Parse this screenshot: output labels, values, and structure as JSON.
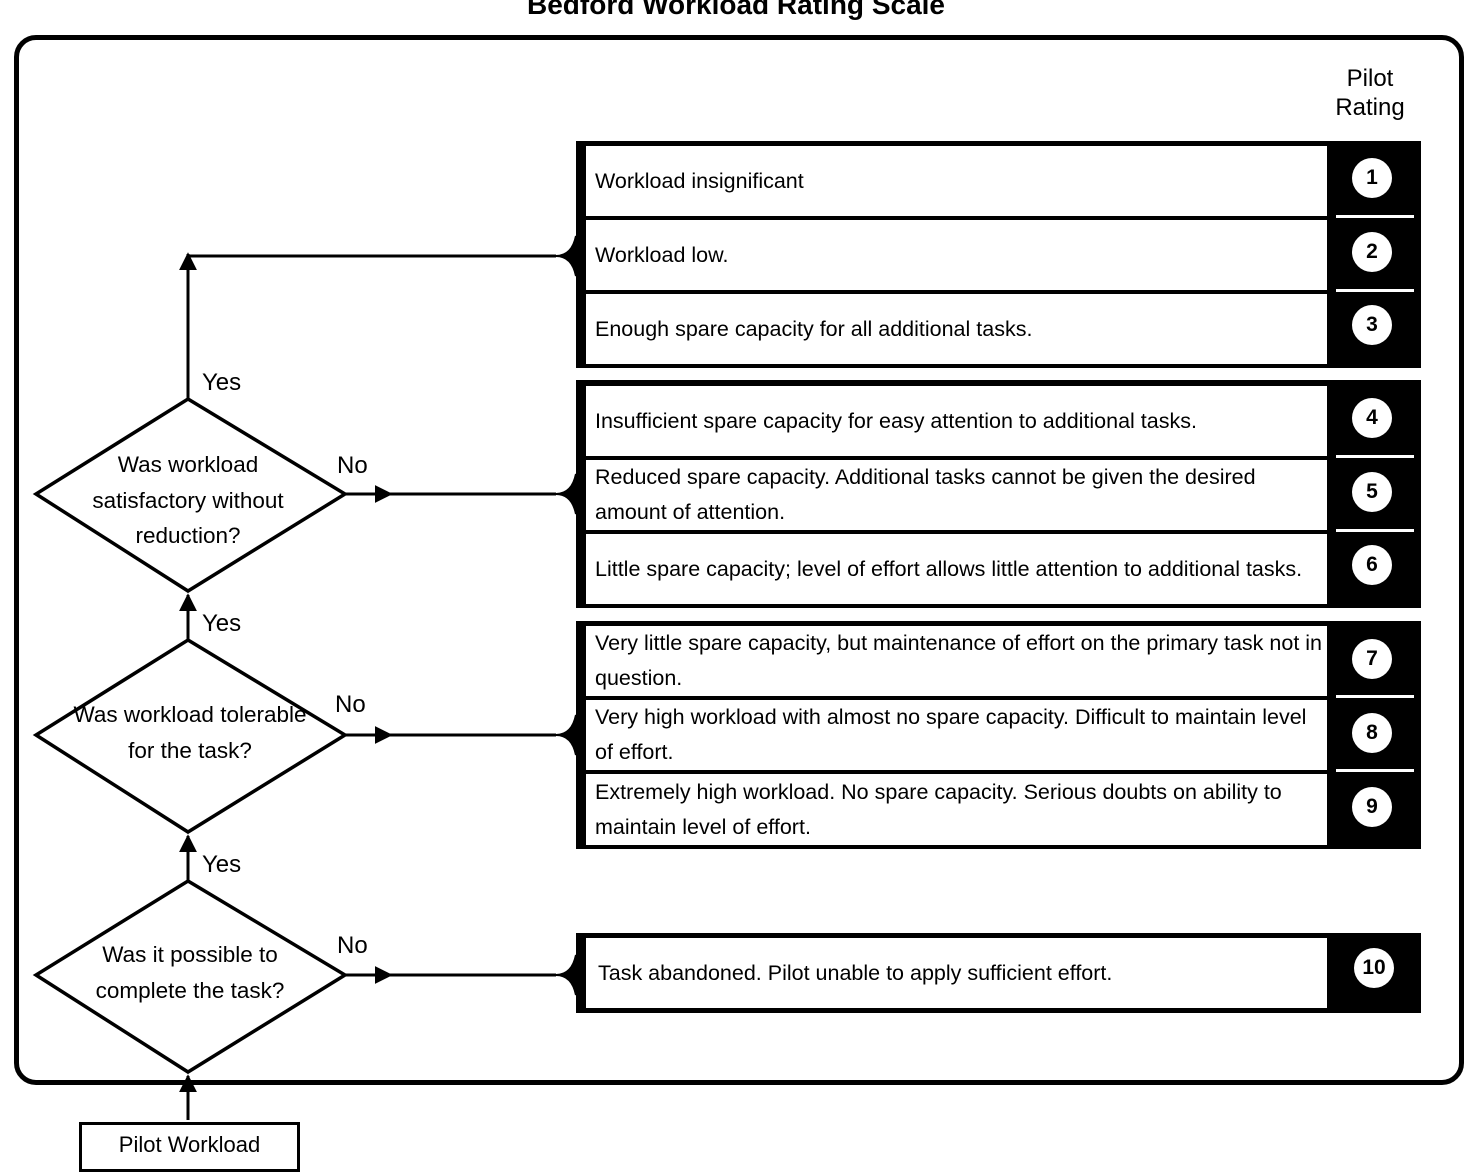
{
  "title": "Bedford Workload Rating Scale",
  "rating_header": "Pilot\nRating",
  "start_box": "Pilot Workload",
  "decisions": [
    {
      "question": "Was workload satisfactory without reduction?",
      "yes_label": "Yes",
      "no_label": "No"
    },
    {
      "question": "Was workload tolerable for the task?",
      "yes_label": "Yes",
      "no_label": "No"
    },
    {
      "question": "Was it possible to complete the task?",
      "yes_label": "Yes",
      "no_label": "No"
    }
  ],
  "groups": [
    {
      "rows": [
        {
          "rating": "1",
          "text": "Workload insignificant"
        },
        {
          "rating": "2",
          "text": "Workload low."
        },
        {
          "rating": "3",
          "text": "Enough spare capacity for all additional tasks."
        }
      ]
    },
    {
      "rows": [
        {
          "rating": "4",
          "text": "Insufficient spare capacity for easy attention to additional tasks."
        },
        {
          "rating": "5",
          "text": "Reduced spare capacity. Additional tasks cannot be given the desired amount of attention."
        },
        {
          "rating": "6",
          "text": "Little spare capacity; level of effort allows little attention to additional tasks."
        }
      ]
    },
    {
      "rows": [
        {
          "rating": "7",
          "text": "Very little spare capacity, but maintenance of effort on the primary task not in question."
        },
        {
          "rating": "8",
          "text": "Very high workload with almost no spare capacity. Difficult to maintain level of effort."
        },
        {
          "rating": "9",
          "text": "Extremely high workload. No spare capacity. Serious doubts on ability to maintain level of effort."
        }
      ]
    },
    {
      "rows": [
        {
          "rating": "10",
          "text": "Task abandoned. Pilot unable to apply sufficient effort."
        }
      ]
    }
  ]
}
